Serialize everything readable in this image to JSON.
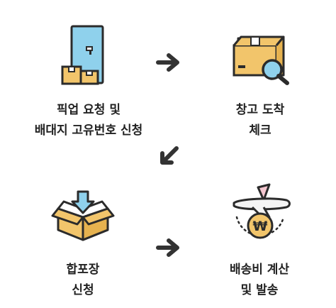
{
  "steps": [
    {
      "icon": "door-with-boxes-icon",
      "lines": [
        "픽업 요청 및",
        "배대지 고유번호 신청"
      ]
    },
    {
      "icon": "box-with-magnifier-icon",
      "lines": [
        "창고 도착",
        "체크"
      ]
    },
    {
      "icon": "open-box-with-down-arrow-icon",
      "lines": [
        "합포장",
        "신청"
      ]
    },
    {
      "icon": "airplane-with-won-coin-icon",
      "lines": [
        "배송비 계산",
        "및 발송"
      ]
    }
  ],
  "icons": {
    "coin_symbol": "₩"
  },
  "colors": {
    "outline": "#2b2b2b",
    "box_body": "#f2c56b",
    "box_side": "#e6b24f",
    "door": "#8fd1ec",
    "plane_tail": "#f5c7d0",
    "plane_body": "#f4f4f4",
    "magnifier_lens": "#8fd1ec",
    "down_arrow": "#8fd1ec",
    "coin": "#f2c56b",
    "arrow": "#333333"
  }
}
